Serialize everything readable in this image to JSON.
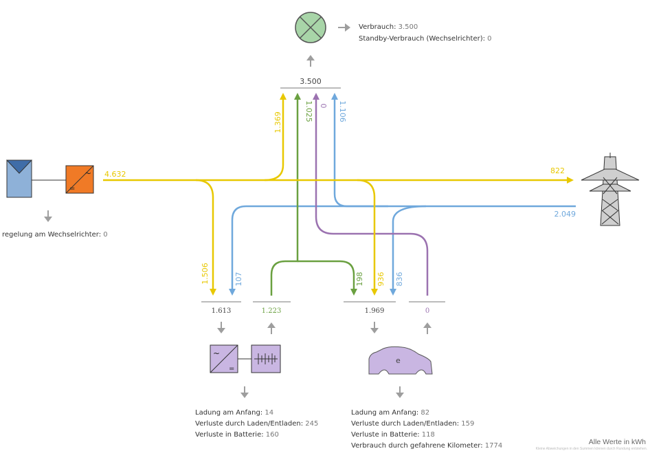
{
  "colors": {
    "pv": "#e8c800",
    "battery": "#6aa040",
    "car": "#9b72b0",
    "grid": "#6fa8dc",
    "arrow_grey": "#9e9e9e",
    "total_line": "#777777"
  },
  "icons": {
    "solar_panel": "solar-panel-icon",
    "inverter": "inverter-icon",
    "consumer": "lamp-consumer-icon",
    "grid": "power-pylon-icon",
    "battery_inverter": "battery-inverter-icon",
    "battery": "battery-icon",
    "car": "electric-car-icon"
  },
  "pv": {
    "production": "4.632",
    "info_label": "regelung am Wechselrichter: ",
    "info_value": "0"
  },
  "consumption": {
    "total": "3.500",
    "label1": "Verbrauch: ",
    "value1": "3.500",
    "label2": "Standby-Verbrauch (Wechselrichter): ",
    "value2": "0"
  },
  "grid": {
    "feed_in": "822",
    "purchase": "2.049"
  },
  "flows": {
    "pv_to_consumption": "1.369",
    "battery_to_consumption": "1.025",
    "car_to_consumption": "0",
    "grid_to_consumption": "1.106",
    "pv_to_battery": "1.506",
    "grid_to_battery": "107",
    "battery_to_car": "198",
    "pv_to_car": "936",
    "grid_to_car": "836"
  },
  "battery": {
    "charge_total": "1.613",
    "discharge_total": "1.223",
    "info": [
      {
        "label": "Ladung am Anfang: ",
        "value": "14"
      },
      {
        "label": "Verluste durch Laden/Entladen: ",
        "value": "245"
      },
      {
        "label": "Verluste in Batterie: ",
        "value": "160"
      }
    ]
  },
  "car": {
    "charge_total": "1.969",
    "discharge_total": "0",
    "info": [
      {
        "label": "Ladung am Anfang: ",
        "value": "82"
      },
      {
        "label": "Verluste durch Laden/Entladen: ",
        "value": "159"
      },
      {
        "label": "Verluste in Batterie: ",
        "value": "118"
      },
      {
        "label": "Verbrauch durch gefahrene Kilometer: ",
        "value": "1774"
      }
    ]
  },
  "footer": {
    "units": "Alle Werte in kWh",
    "note": "Kleine Abweichungen in den Summen können durch Rundung entstehen."
  }
}
